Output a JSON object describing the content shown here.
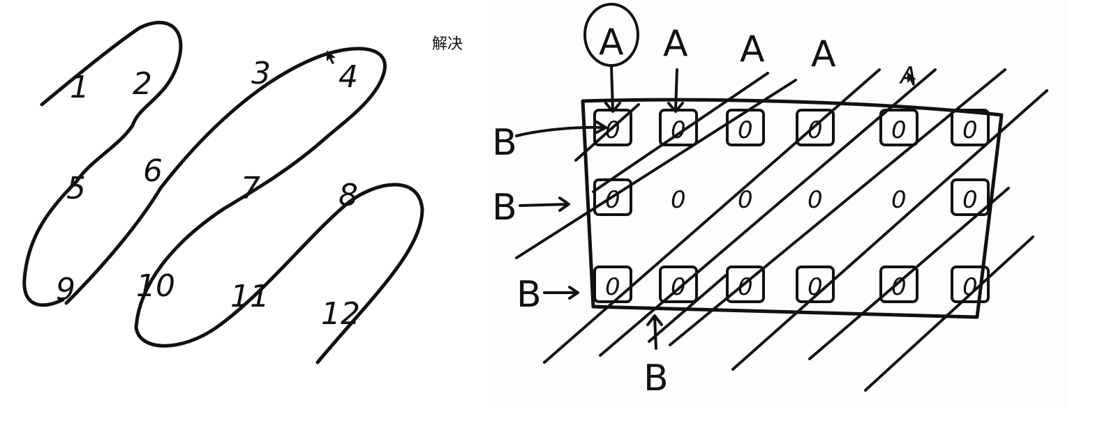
{
  "caption": "解决",
  "left_sketch": {
    "numbers": [
      "1",
      "2",
      "3",
      "4",
      "5",
      "6",
      "7",
      "8",
      "9",
      "10",
      "11",
      "12"
    ]
  },
  "right_sketch": {
    "top_labels": [
      "A",
      "A",
      "A",
      "A",
      "A"
    ],
    "side_labels": [
      "B",
      "B",
      "B"
    ],
    "bottom_label": "B",
    "cell_mark": "0",
    "grid": [
      [
        "0",
        "0",
        "0",
        "0",
        "0",
        "0"
      ],
      [
        "0",
        "0",
        "0",
        "0",
        "0",
        "0"
      ],
      [
        "0",
        "0",
        "0",
        "0",
        "0",
        "0"
      ]
    ]
  },
  "icons": [
    "mouse-cursor-icon",
    "mouse-cursor-icon"
  ]
}
